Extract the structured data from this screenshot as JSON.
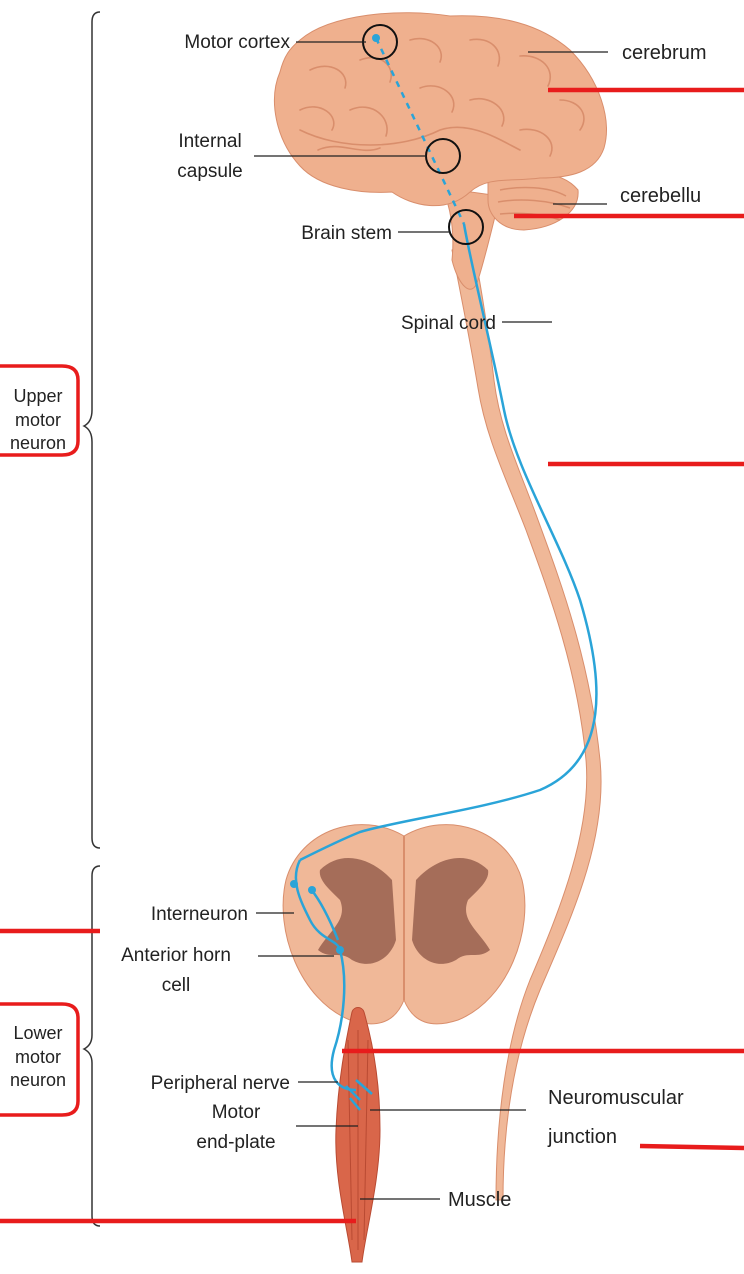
{
  "labels": {
    "motor_cortex": "Motor cortex",
    "internal_capsule_1": "Internal",
    "internal_capsule_2": "capsule",
    "brain_stem": "Brain stem",
    "spinal_cord": "Spinal cord",
    "interneuron": "Interneuron",
    "anterior_horn_1": "Anterior horn",
    "anterior_horn_2": "cell",
    "peripheral_nerve": "Peripheral nerve",
    "motor_endplate_1": "Motor",
    "motor_endplate_2": "end-plate",
    "cerebrum": "cerebrum",
    "cerebellum": "cerebellu",
    "neuromuscular_1": "Neuromuscular",
    "neuromuscular_2": "junction",
    "muscle": "Muscle"
  },
  "groups": {
    "upper_1": "Upper",
    "upper_2": "motor",
    "upper_3": "neuron",
    "lower_1": "Lower",
    "lower_2": "motor",
    "lower_3": "neuron"
  },
  "colors": {
    "brain": "#efb08e",
    "brain_fold": "#d98e6c",
    "cord": "#f0b898",
    "gray_matter": "#9c6552",
    "neuron": "#2aa4d8",
    "muscle": "#d9664a",
    "red_line": "#e81c1c"
  }
}
